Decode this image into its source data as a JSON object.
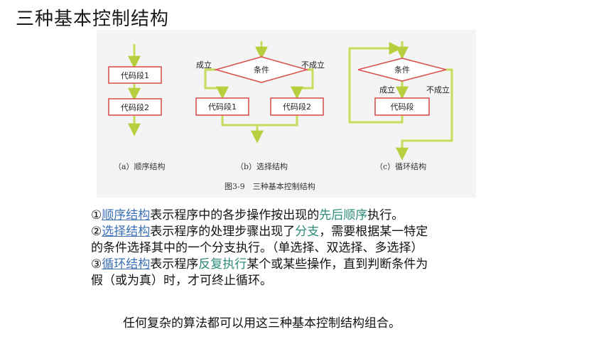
{
  "title": "三种基本控制结构",
  "figure": {
    "caption": "图3-9　三种基本控制结构",
    "a": {
      "box1": "代码段1",
      "box2": "代码段2",
      "label": "（a）顺序结构"
    },
    "b": {
      "cond": "条件",
      "yes": "成立",
      "no": "不成立",
      "box1": "代码段1",
      "box2": "代码段2",
      "label": "（b）选择结构"
    },
    "c": {
      "cond": "条件",
      "yes": "成立",
      "no": "不成立",
      "box": "代码段",
      "label": "（c）循环结构"
    }
  },
  "lines": {
    "l1": {
      "mark": "①",
      "term": "顺序结构",
      "t1": "表示程序中的各步操作按出现的",
      "g1": "先后顺序",
      "t2": "执行。"
    },
    "l2": {
      "mark": "②",
      "term": "选择结构",
      "t1": "表示程序的处理步骤出现了",
      "g1": "分支",
      "t2": "，需要根据某一特定"
    },
    "l3": {
      "text": "的条件选择其中的一个分支执行。（单选择、双选择、多选择）"
    },
    "l4": {
      "mark": "③",
      "term": "循环结构",
      "t1": "表示程序",
      "g1": "反复执行",
      "t2": "某个或某些操作，直到判断条件为"
    },
    "l5": {
      "text": "假（或为真）时，才可终止循环。"
    }
  },
  "summary": "任何复杂的算法都可以用这三种基本控制结构组合。",
  "colors": {
    "flowline": "#c6dc5a",
    "box_border": "#d9534f",
    "link": "#3b6fb6",
    "highlight": "#2e8b7a"
  }
}
